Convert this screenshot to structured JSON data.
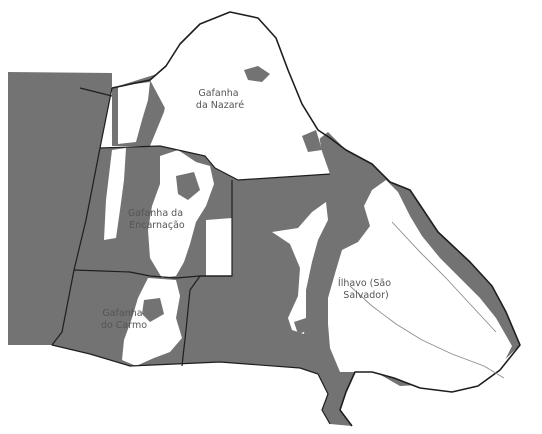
{
  "map": {
    "regions": [
      {
        "id": "gafanha-da-nazare",
        "lines": [
          "Gafanha",
          "da Nazaré"
        ]
      },
      {
        "id": "gafanha-da-encarnacao",
        "lines": [
          "Gafanha da",
          "Encarnação"
        ]
      },
      {
        "id": "gafanha-do-carmo",
        "lines": [
          "Gafanha",
          "do Carmo"
        ]
      },
      {
        "id": "ilhavo-sao-salvador",
        "lines": [
          "Ílhavo (São",
          "Salvador)"
        ]
      }
    ],
    "colors": {
      "parish_fill": "#737373",
      "unshaded_fill": "#ffffff",
      "boundary": "#1e1e1e",
      "river": "#8c8c8c",
      "label": "#555555"
    }
  }
}
